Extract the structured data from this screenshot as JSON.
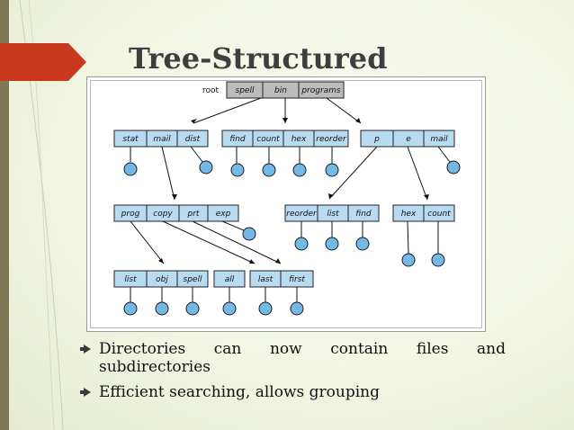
{
  "slide": {
    "title": "Tree-Structured",
    "colors": {
      "accent_arrow": "#c83a1b",
      "sidebar": "#7e7857",
      "box_fill": "#b9dbf2",
      "root_fill": "#bcbcbc",
      "file_fill": "#74b8e6"
    }
  },
  "diagram": {
    "root_label": "root",
    "root_entries": [
      "spell",
      "bin",
      "programs"
    ],
    "level2": {
      "spell_dir": [
        "stat",
        "mail",
        "dist"
      ],
      "bin_dir": [
        "find",
        "count",
        "hex",
        "reorder"
      ],
      "programs_dir": [
        "p",
        "e",
        "mail"
      ]
    },
    "level3": {
      "mail_dir": [
        "prog",
        "copy",
        "prt",
        "exp"
      ],
      "p_dir": [
        "reorder",
        "list",
        "find"
      ],
      "e_dir": [
        "hex",
        "count"
      ]
    },
    "level4": {
      "prog_dir": [
        "list",
        "obj",
        "spell",
        "all"
      ],
      "prt_dir": [
        "last",
        "first"
      ]
    }
  },
  "bullets": [
    {
      "words": [
        "Directories",
        "can",
        "now",
        "contain",
        "files",
        "and"
      ],
      "continuation": "subdirectories"
    },
    {
      "text": "Efficient searching, allows grouping"
    }
  ]
}
